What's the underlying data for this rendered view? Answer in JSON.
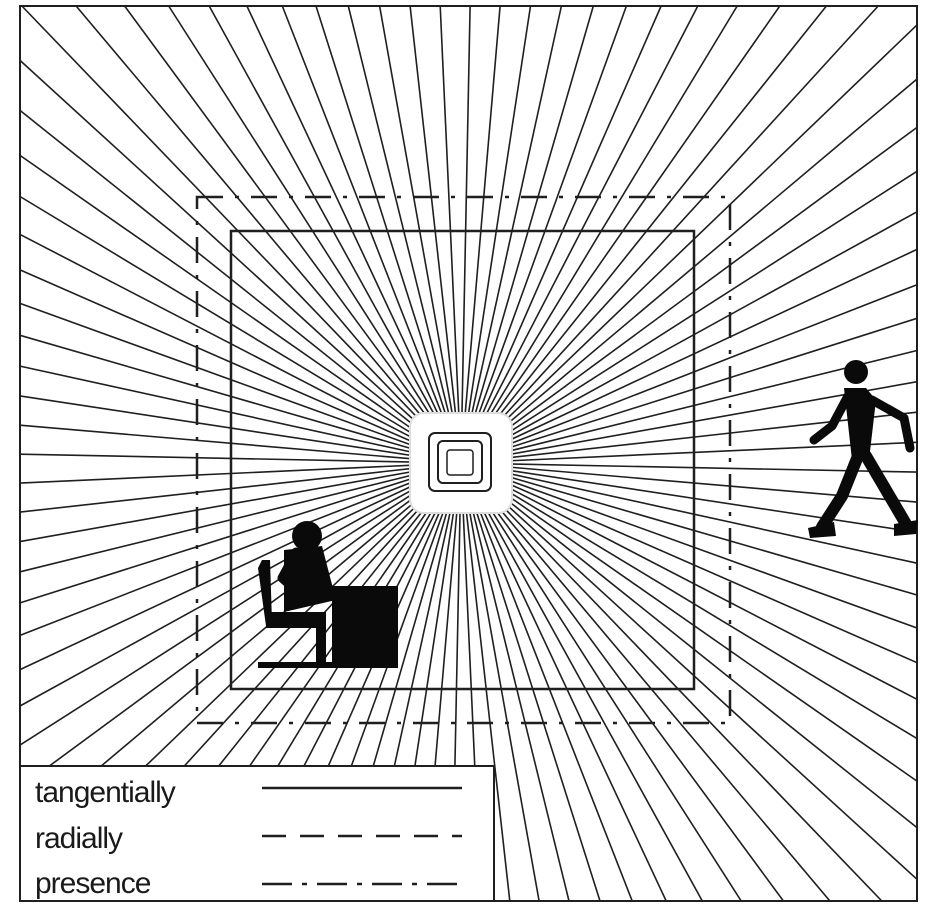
{
  "diagram": {
    "colors": {
      "background": "#ffffff",
      "line": "#1f1f1f",
      "silhouette": "#0a0a0a"
    },
    "icons": {
      "sensor": "sensor-icon",
      "walking_person": "walking-person-icon",
      "seated_person": "seated-person-at-desk-icon"
    },
    "legend": {
      "items": [
        {
          "label": "tangentially",
          "line_style": "solid"
        },
        {
          "label": "radially",
          "line_style": "dashed"
        },
        {
          "label": "presence",
          "line_style": "dash-dot"
        }
      ]
    }
  }
}
